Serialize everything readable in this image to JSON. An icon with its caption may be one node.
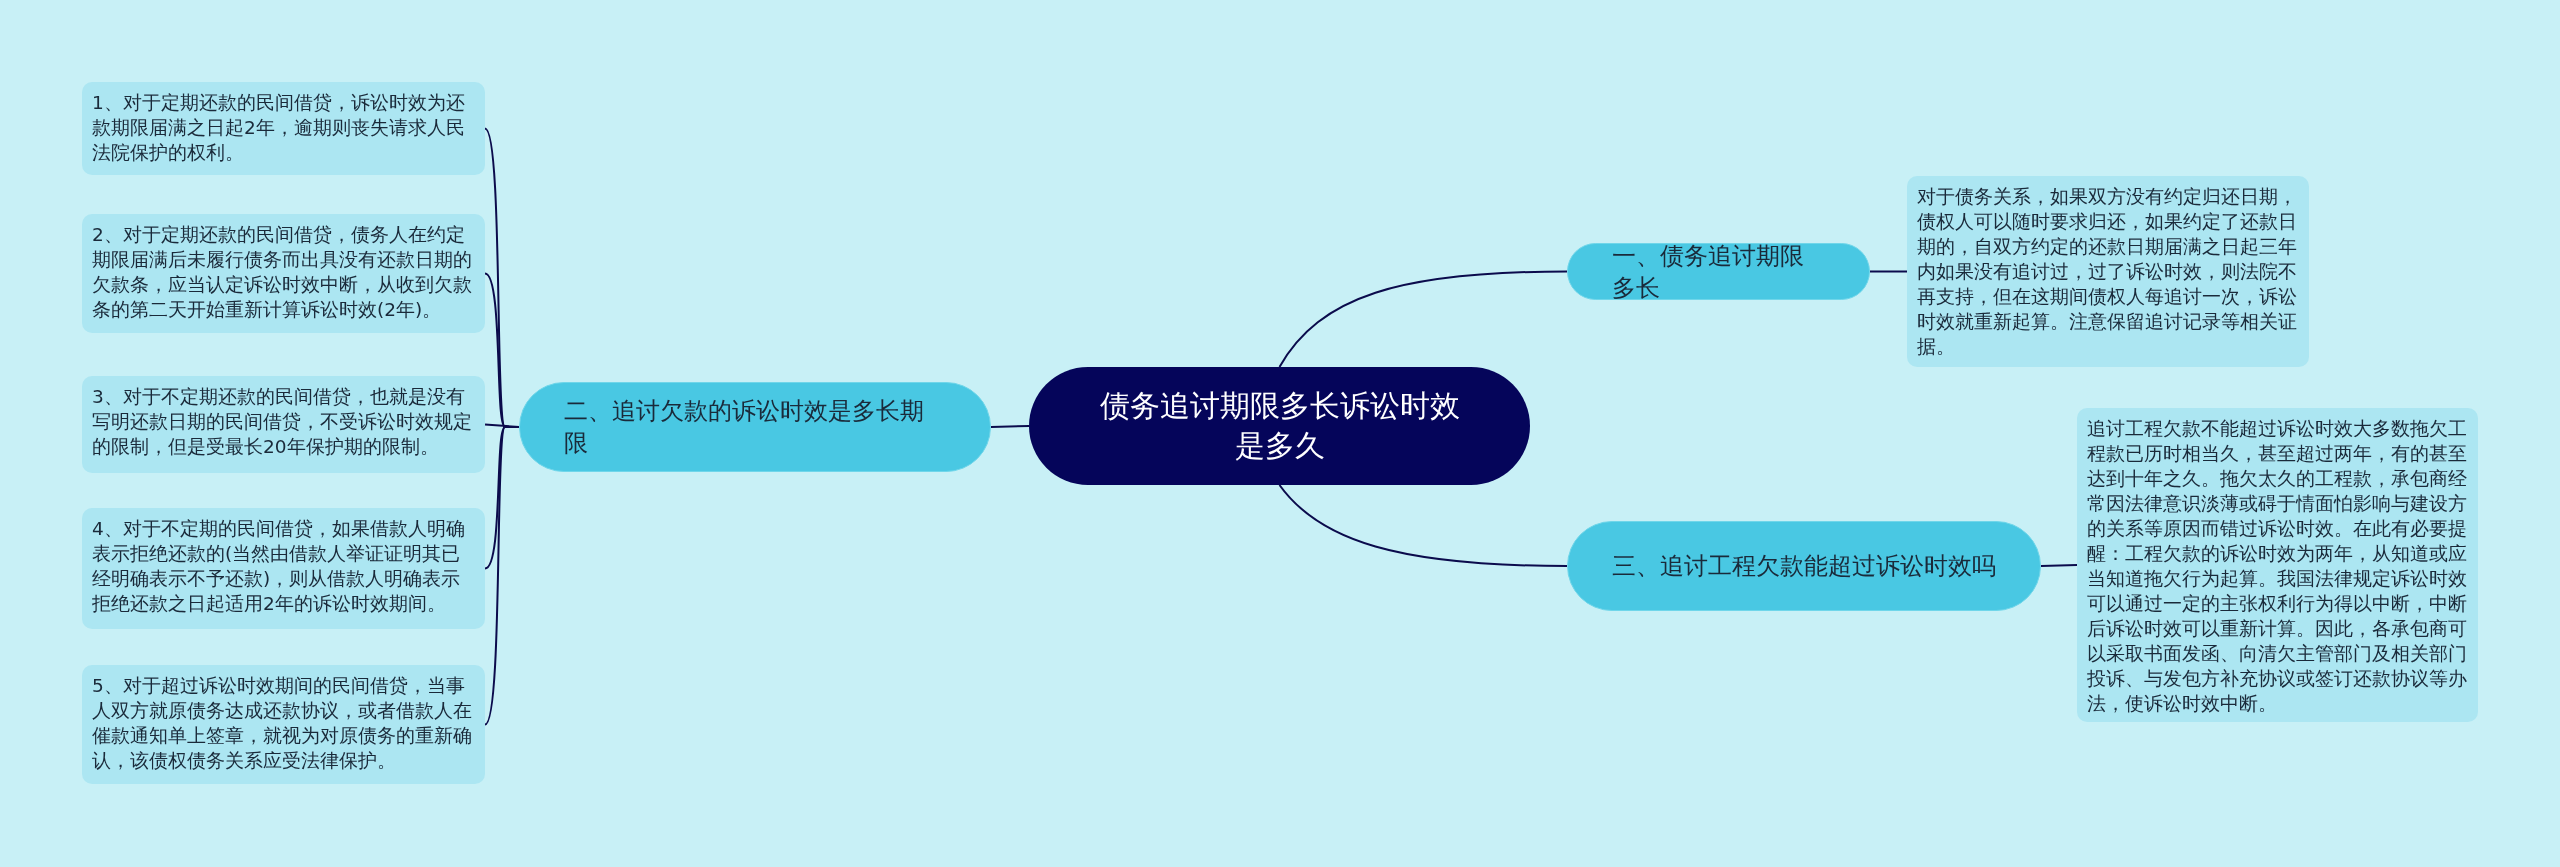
{
  "diagram": {
    "nodes": [
      {
        "text": [
          "债务追讨期限多长诉讼时效是多久"
        ]
      },
      {
        "text": [
          "一、债务追讨期限多长"
        ]
      },
      {
        "text": [
          "对于债务关系，如果双方没有约定归还日期，债权人可以随时要求归还，如果约定了还款日期的，自双方约定的还款日期届满之日起三年内如果没有追讨过，过了诉讼时效，则法院不再支持，但在这期间债权人每追讨一次，诉讼时效就重新起算。注意保留追讨记录等相关证据。"
        ]
      },
      {
        "text": [
          "二、追讨欠款的诉讼时效是多长期限"
        ]
      },
      {
        "text": [
          "1、对于定期还款的民间借贷，诉讼时效为还款期限届满之日起2年，逾期则丧失请求人民法院保护的权利。"
        ]
      },
      {
        "text": [
          "2、对于定期还款的民间借贷，债务人在约定期限届满后未履行债务而出具没有还款日期的欠款条，应当认定诉讼时效中断，从收到欠款条的第二天开始重新计算诉讼时效(2年)。"
        ]
      },
      {
        "text": [
          "3、对于不定期还款的民间借贷，也就是没有写明还款日期的民间借贷，不受诉讼时效规定的限制，但是受最长20年保护期的限制。"
        ]
      },
      {
        "text": [
          "4、对于不定期的民间借贷，如果借款人明确表示拒绝还款的(当然由借款人举证证明其已经明确表示不予还款)，则从借款人明确表示拒绝还款之日起适用2年的诉讼时效期间。"
        ]
      },
      {
        "text": [
          "5、对于超过诉讼时效期间的民间借贷，当事人双方就原债务达成还款协议，或者借款人在催款通知单上签章，就视为对原债务的重新确认，该债权债务关系应受法律保护。"
        ]
      },
      {
        "text": [
          "三、追讨工程欠款能超过诉讼时效吗"
        ]
      },
      {
        "text": [
          "追讨工程欠款不能超过诉讼时效大多数拖欠工程款已历时相当久，甚至超过两年，有的甚至达到十年之久。拖欠太久的工程款，承包商经常因法律意识淡薄或碍于情面怕影响与建设方的关系等原因而错过诉讼时效。在此有必要提醒：工程欠款的诉讼时效为两年，从知道或应当知道拖欠行为起算。我国法律规定诉讼时效可以通过一定的主张权利行为得以中断，中断后诉讼时效可以重新计算。因此，各承包商可以采取书面发函、向清欠主管部门及相关部门投诉、与发包方补充协议或签订还款协议等办法，使诉讼时效中断。"
        ]
      }
    ],
    "edges": [
      {
        "from": 0,
        "to": 1,
        "arrow": "none"
      },
      {
        "from": 1,
        "to": 2,
        "arrow": "none"
      },
      {
        "from": 0,
        "to": 3,
        "arrow": "none"
      },
      {
        "from": 3,
        "to": 4,
        "arrow": "none"
      },
      {
        "from": 3,
        "to": 5,
        "arrow": "none"
      },
      {
        "from": 3,
        "to": 6,
        "arrow": "none"
      },
      {
        "from": 3,
        "to": 7,
        "arrow": "none"
      },
      {
        "from": 3,
        "to": 8,
        "arrow": "none"
      },
      {
        "from": 0,
        "to": 9,
        "arrow": "none"
      },
      {
        "from": 9,
        "to": 10,
        "arrow": "none"
      }
    ]
  }
}
